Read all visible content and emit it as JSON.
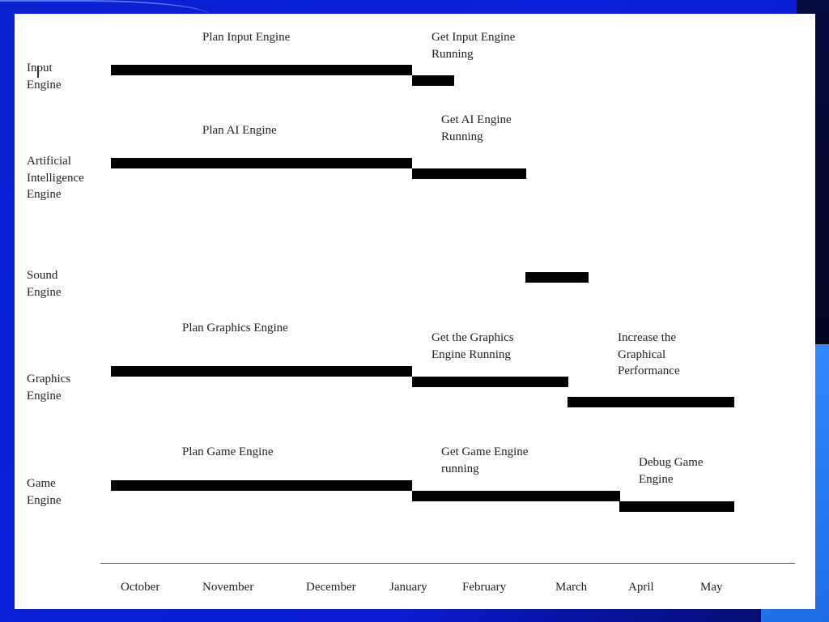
{
  "chart_data": {
    "type": "gantt",
    "rows": [
      {
        "label": "Input\nEngine",
        "tasks": [
          {
            "name": "Plan Input Engine",
            "start": "October",
            "end": "January"
          },
          {
            "name": "Get Input Engine\nRunning",
            "start": "January",
            "end": "February"
          }
        ]
      },
      {
        "label": "Artificial\nIntelligence\nEngine",
        "tasks": [
          {
            "name": "Plan AI Engine",
            "start": "October",
            "end": "January"
          },
          {
            "name": "Get AI Engine\nRunning",
            "start": "January",
            "end": "February"
          }
        ]
      },
      {
        "label": "Sound\nEngine",
        "tasks": [
          {
            "name": "",
            "start": "February",
            "end": "March"
          }
        ]
      },
      {
        "label": "Graphics\nEngine",
        "tasks": [
          {
            "name": "Plan Graphics Engine",
            "start": "October",
            "end": "January"
          },
          {
            "name": "Get the Graphics\nEngine Running",
            "start": "January",
            "end": "March"
          },
          {
            "name": "Increase the\nGraphical\nPerformance",
            "start": "March",
            "end": "May"
          }
        ]
      },
      {
        "label": "Game\nEngine",
        "tasks": [
          {
            "name": "Plan Game Engine",
            "start": "October",
            "end": "January"
          },
          {
            "name": "Get Game Engine\nrunning",
            "start": "January",
            "end": "March"
          },
          {
            "name": "Debug Game\nEngine",
            "start": "April",
            "end": "May"
          }
        ]
      }
    ],
    "months": [
      "October",
      "November",
      "December",
      "January",
      "February",
      "March",
      "April",
      "May"
    ]
  },
  "colors": {
    "background": "#0a1fd0",
    "accent": "#2f8cff",
    "bar": "#000000",
    "text": "#222222"
  },
  "icons": {
    "cursor": "text-cursor-icon"
  }
}
